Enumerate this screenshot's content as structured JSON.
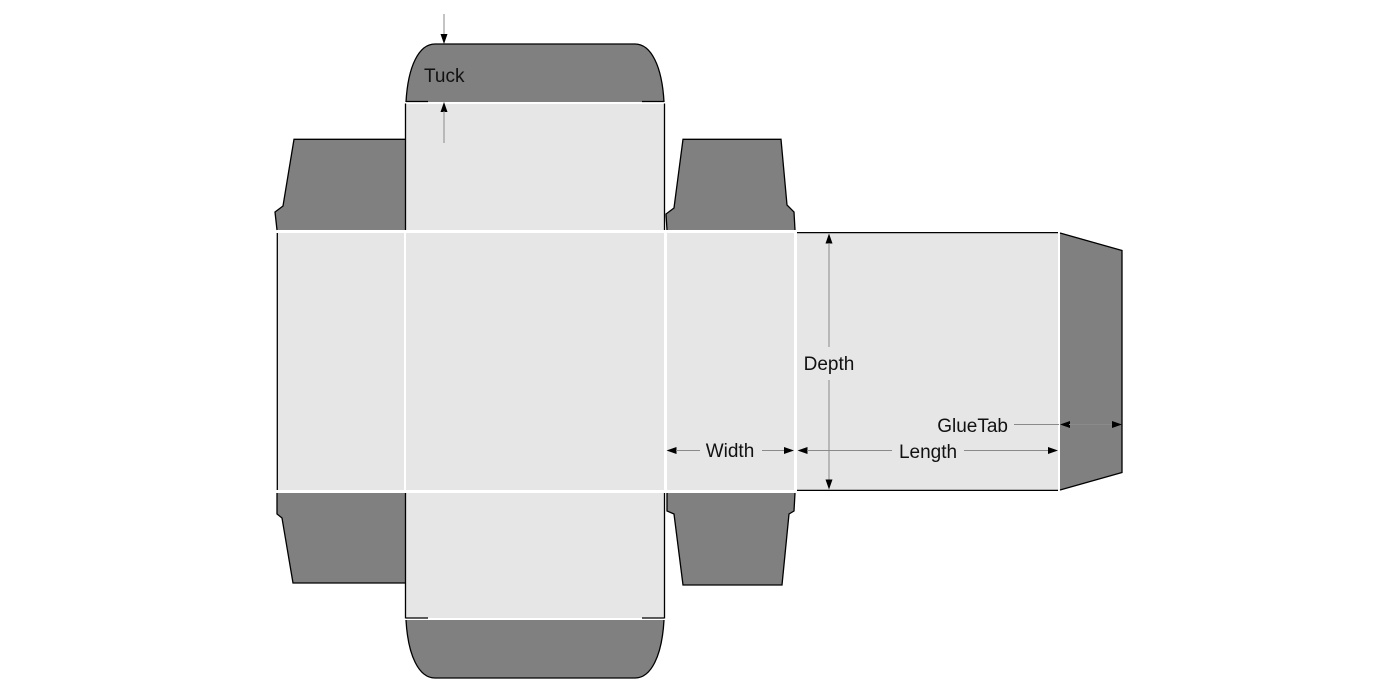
{
  "diagram": {
    "labels": {
      "tuck": "Tuck",
      "depth": "Depth",
      "width": "Width",
      "length": "Length",
      "glue_tab": "GlueTab"
    },
    "colors": {
      "background": "#ffffff",
      "panel_fill": "#e6e6e6",
      "flap_fill": "#808080",
      "cut_line": "#000000",
      "dimension_line": "#8a8a8a",
      "label_text": "#111111"
    }
  }
}
